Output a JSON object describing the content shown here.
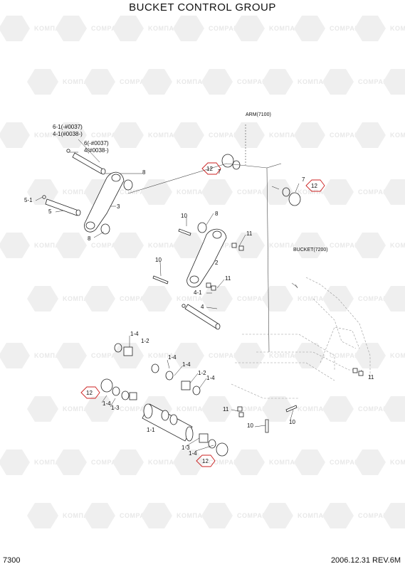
{
  "title": "BUCKET CONTROL GROUP",
  "footer": {
    "page_number": "7300",
    "date_rev": "2006.12.31  REV.6M"
  },
  "watermark": {
    "text_a": "KOMПAPT",
    "text_b": "COMPART"
  },
  "assemblies": {
    "arm": "ARM(7100)",
    "bucket": "BUCKET(7200)"
  },
  "callouts": {
    "c6_1": "6-1(-#0037)",
    "c4_1_top": "4-1(#0038-)",
    "c6": "6(-#0037)",
    "c4": "4(#0038-)",
    "c8_a": "8",
    "c12_a": "12",
    "c7_a": "7",
    "c7_b": "7",
    "c12_b": "12",
    "c5_1": "5-1",
    "c5": "5",
    "c3": "3",
    "c8_b": "8",
    "c10_a": "10",
    "c8_c": "8",
    "c11_a": "11",
    "c2": "2",
    "c10_b": "10",
    "c11_b": "11",
    "c4_1": "4-1",
    "c4_main": "4",
    "c1_4_a": "1-4",
    "c1_2_a": "1-2",
    "c1_4_b": "1-4",
    "c1_4_c": "1-4",
    "c1_2_b": "1-2",
    "c1_4_d": "1-4",
    "c11_c": "11",
    "c12_c": "12",
    "c1_4_e": "1-4",
    "c1_3_a": "1-3",
    "c1_1": "1-1",
    "c11_d": "11",
    "c10_c": "10",
    "c10_d": "10",
    "c1_3_b": "1-3",
    "c1_4_f": "1-4",
    "c12_d": "12"
  }
}
